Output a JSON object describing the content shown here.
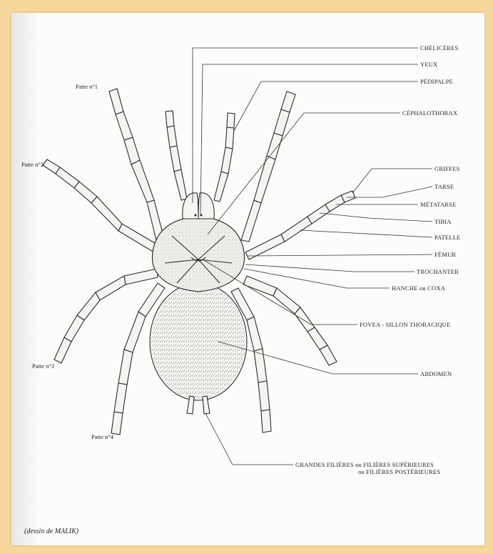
{
  "labels": {
    "cheliceres": "CHÉLICÈRES",
    "yeux": "YEUX",
    "pedipalpe": "PÉDIPALPE",
    "cephalothorax": "CÉPHALOTHORAX",
    "griffes": "GRIFFES",
    "tarse": "TARSE",
    "metatarse": "MÉTATARSE",
    "tibia": "TIBIA",
    "patelle": "PATELLE",
    "femur": "FÉMUR",
    "trochanter": "TROCHANTER",
    "hanche": "HANCHE ou COXA",
    "fovea": "FOVEA - SILLON THORACIQUE",
    "abdomen": "ABDOMEN",
    "filieres_line1": "GRANDES FILIÈRES ou FILIÈRES SUPÉRIEURES",
    "filieres_line2": "ou FILIÈRES POSTÉRIEURES"
  },
  "legs": {
    "leg1": "Patte n°1",
    "leg2": "Patte n°2",
    "leg3": "Patte n°3",
    "leg4": "Patte n°4"
  },
  "caption": "(dessin de MALIK)",
  "colors": {
    "frame": "#f7d79c",
    "paper": "#fcfcfa",
    "ink": "#2b2b2b"
  }
}
